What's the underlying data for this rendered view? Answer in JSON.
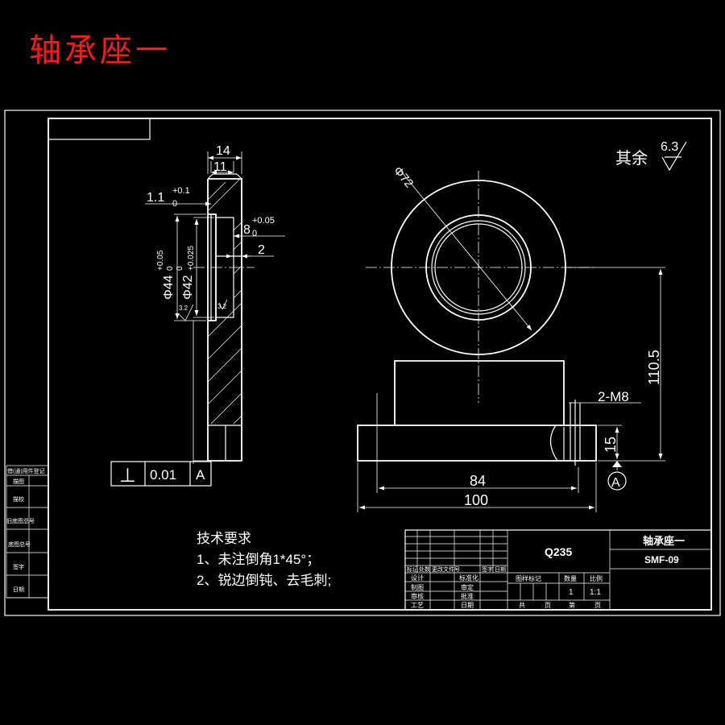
{
  "title": "轴承座一",
  "roughness_note": {
    "label": "其余",
    "value": "6.3"
  },
  "dims": {
    "w14": "14",
    "w11": "11",
    "d11": "1.1",
    "d11_tol_up": "+0.1",
    "d11_tol_lo": "0",
    "d8": "8",
    "d8_tol_up": "+0.05",
    "d8_tol_lo": "0",
    "d2": "2",
    "d44": "Φ44",
    "d44_tol_up": "+0.05",
    "d44_tol_lo": "0",
    "d42": "Φ42",
    "d42_tol_up": "+0.025",
    "d42_tol_lo": "0",
    "r32a": "3.2",
    "r32b": "3.2",
    "d72": "Φ72",
    "h1105": "110.5",
    "m8": "2-M8",
    "h15": "15",
    "w84": "84",
    "w100": "100",
    "datum": "A"
  },
  "tolerance_frame": {
    "symbol": "⊥",
    "value": "0.01",
    "datum": "A"
  },
  "tech_req": {
    "heading": "技术要求",
    "items": [
      "1、未注倒角1*45°；",
      "2、锐边倒钝、去毛刺;"
    ]
  },
  "title_block": {
    "material": "Q235",
    "part_name": "轴承座一",
    "drawing_no": "SMF-09",
    "quantity": "1",
    "scale": "1:1",
    "header_row": [
      "标记",
      "处数",
      "更改文件号",
      "签字",
      "日期"
    ],
    "left_labels": [
      "设计",
      "制图",
      "审核",
      "工艺"
    ],
    "mid_labels": [
      "标准化",
      "审定",
      "批准",
      "日期"
    ],
    "col_labels": [
      "图样标记",
      "数量",
      "比例"
    ],
    "sheet_labels": [
      "共",
      "页",
      "第",
      "页"
    ]
  },
  "side_strip": [
    "借(通)用件登记",
    "描图",
    "描校",
    "旧底图总号",
    "底图总号",
    "签字",
    "日期"
  ]
}
